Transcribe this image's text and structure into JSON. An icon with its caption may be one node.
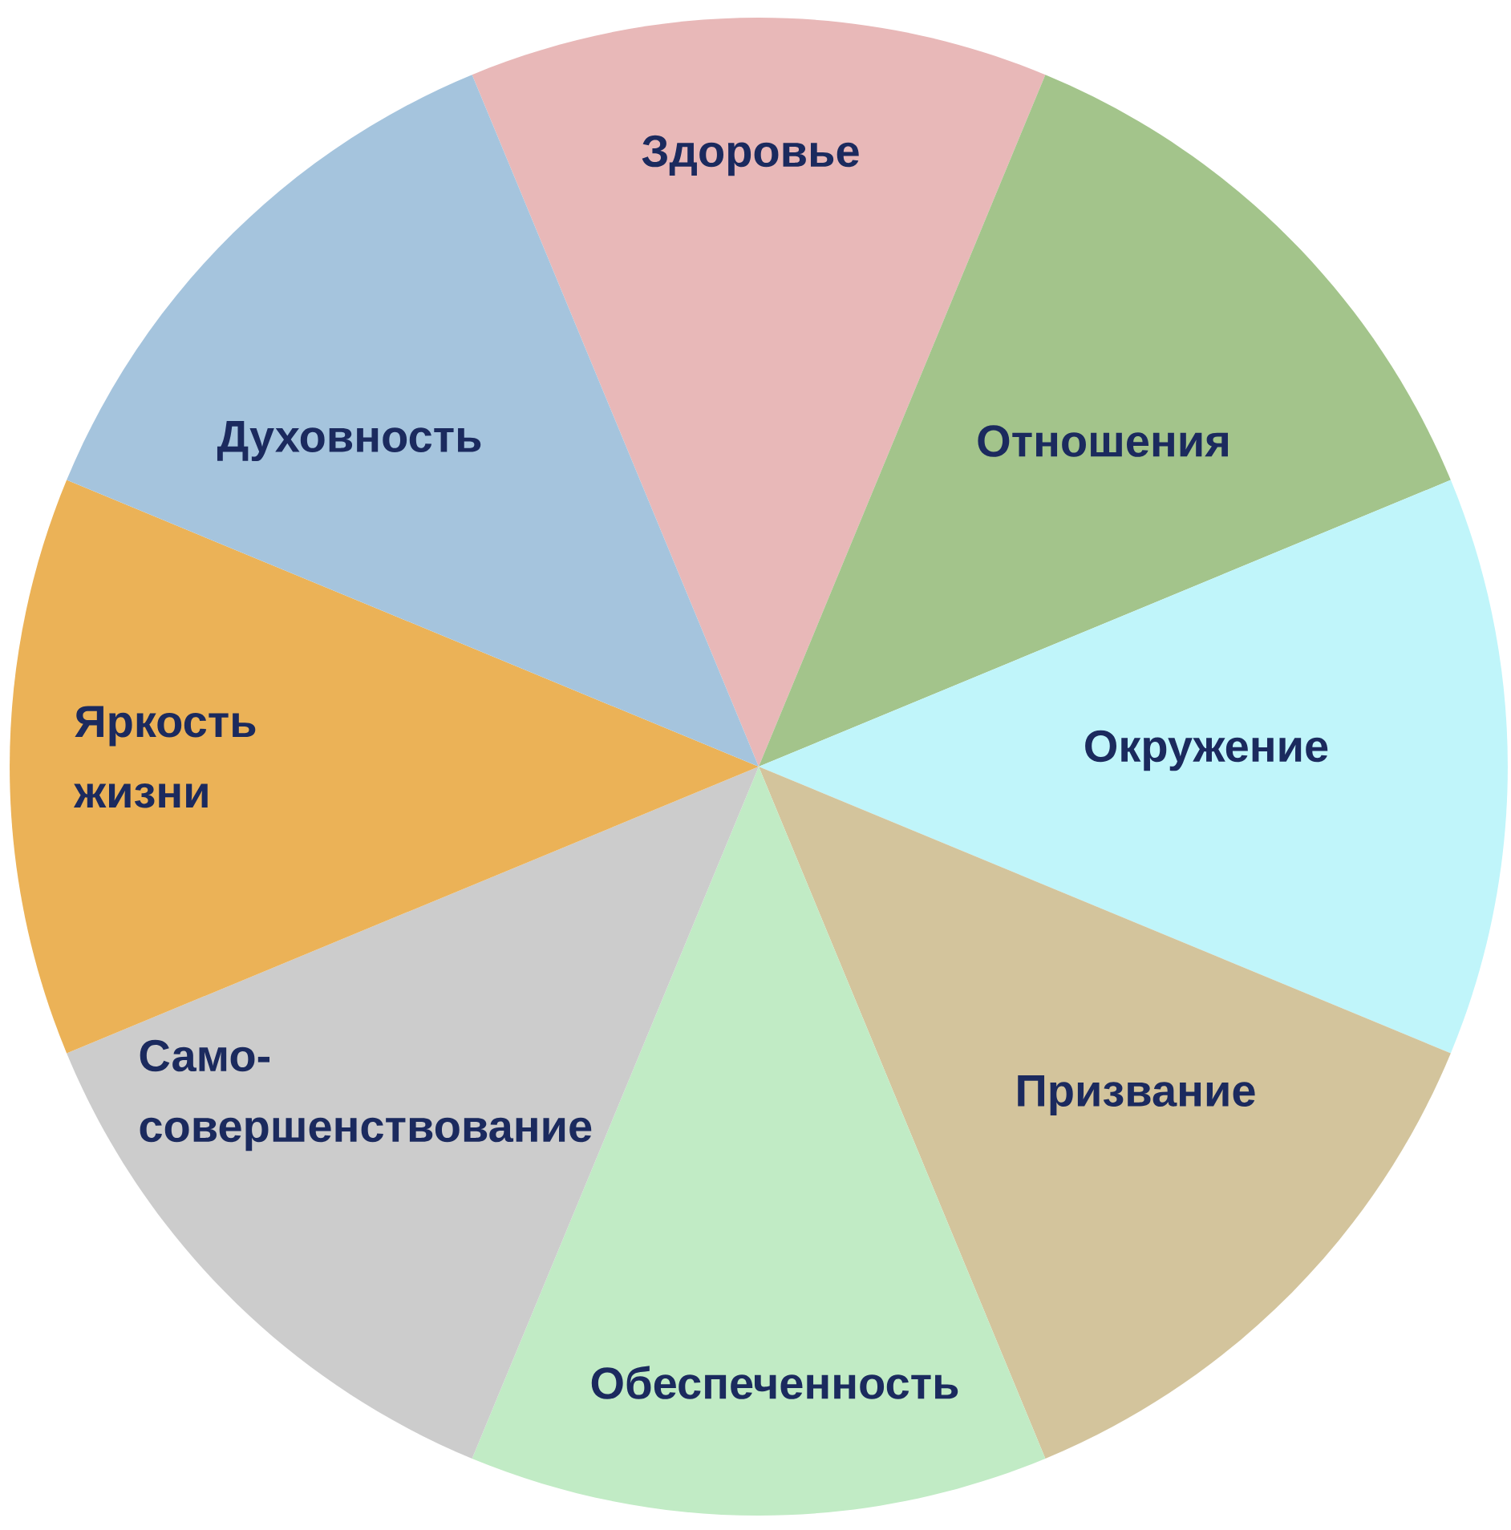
{
  "diagram": {
    "nodes": [
      {
        "text": [
          "Здоровье"
        ]
      },
      {
        "text": [
          "Отношения"
        ]
      },
      {
        "text": [
          "Окружение"
        ]
      },
      {
        "text": [
          "Призвание"
        ]
      },
      {
        "text": [
          "Обеспеченность"
        ]
      },
      {
        "text": [
          "Само- совершенствование"
        ]
      },
      {
        "text": [
          "Яркость жизни"
        ]
      },
      {
        "text": [
          "Духовность"
        ]
      }
    ]
  }
}
